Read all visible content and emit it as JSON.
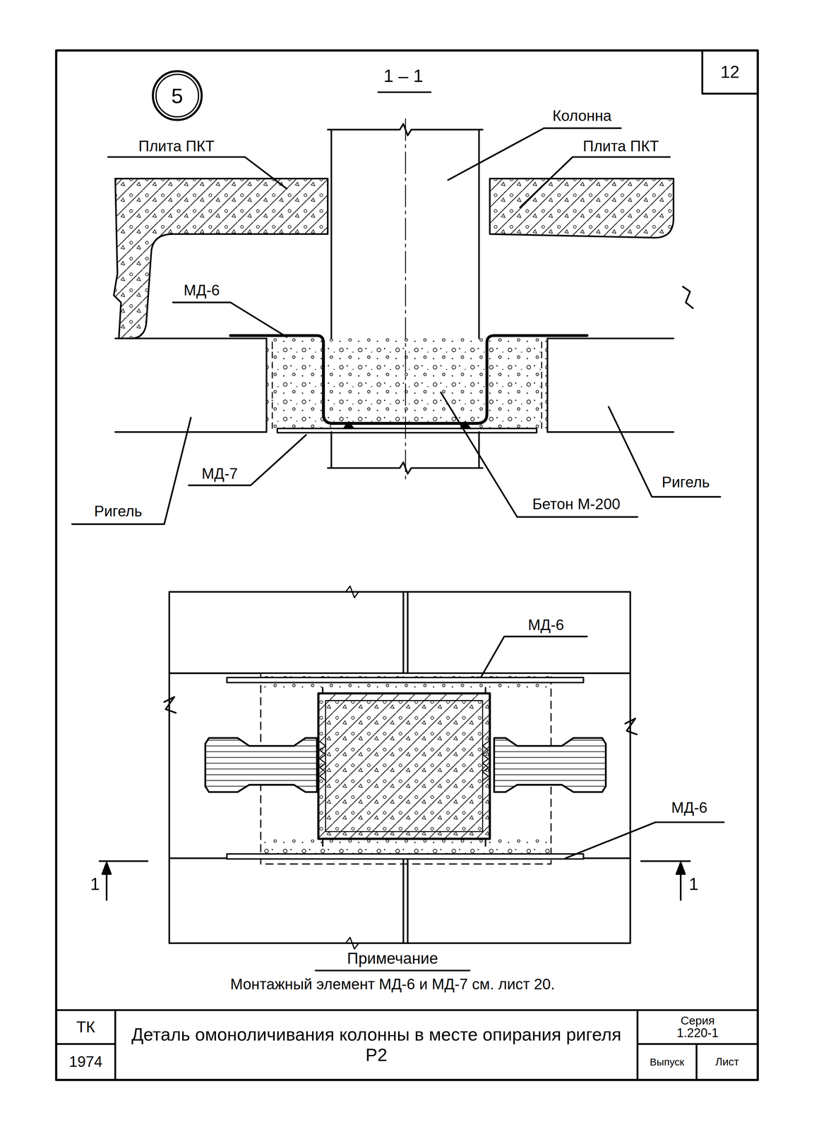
{
  "diagram": {
    "title": "Деталь омоноличивания колонны в месте опирания ригеля Р2",
    "nodes": [
      {
        "text": [
          "5"
        ]
      },
      {
        "text": [
          "12"
        ]
      },
      {
        "text": [
          "ТК"
        ]
      },
      {
        "text": [
          "1974"
        ]
      },
      {
        "text": [
          "Серия",
          "1.220-1"
        ]
      },
      {
        "text": [
          "Выпуск"
        ]
      },
      {
        "text": [
          "Лист"
        ]
      }
    ],
    "labels": [
      "1 – 1",
      "Колонна",
      "Плита ПКТ",
      "Плита ПКТ",
      "МД-6",
      "МД-7",
      "Ригель",
      "Бетон М-200",
      "Ригель",
      "МД-6",
      "МД-6",
      "1",
      "1",
      "Примечание",
      "Монтажный элемент МД-6 и МД-7 см. лист 20."
    ]
  }
}
